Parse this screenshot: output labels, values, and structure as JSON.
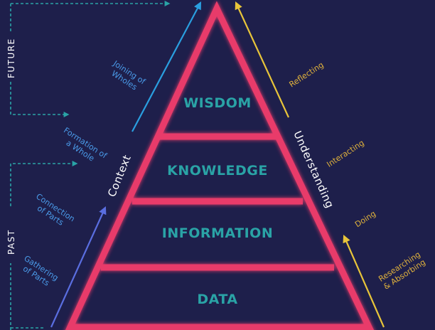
{
  "levels": {
    "wisdom": "WISDOM",
    "knowledge": "KNOWLEDGE",
    "information": "INFORMATION",
    "data": "DATA"
  },
  "axes": {
    "context": "Context",
    "understanding": "Understanding"
  },
  "context_steps": {
    "joining": [
      "Joining of",
      "Wholes"
    ],
    "formation": [
      "Formation of",
      "a Whole"
    ],
    "connection": [
      "Connection",
      "of Parts"
    ],
    "gathering": [
      "Gathering",
      "of Parts"
    ]
  },
  "understanding_steps": {
    "reflecting": "Reflecting",
    "interacting": "Interacting",
    "doing": "Doing",
    "researching": [
      "Researching",
      "& Absorbing"
    ]
  },
  "timeline": {
    "future": "FUTURE",
    "past": "PAST"
  },
  "colors": {
    "background": "#1e1f4b",
    "pyramid": "#e83a6a",
    "level_text": "#2aa3a6",
    "context_arrow": "#2a9fe0",
    "context_arrow_lower": "#5a6ee0",
    "understanding_arrow": "#e8c53a",
    "timeline": "#2aa3a6"
  }
}
